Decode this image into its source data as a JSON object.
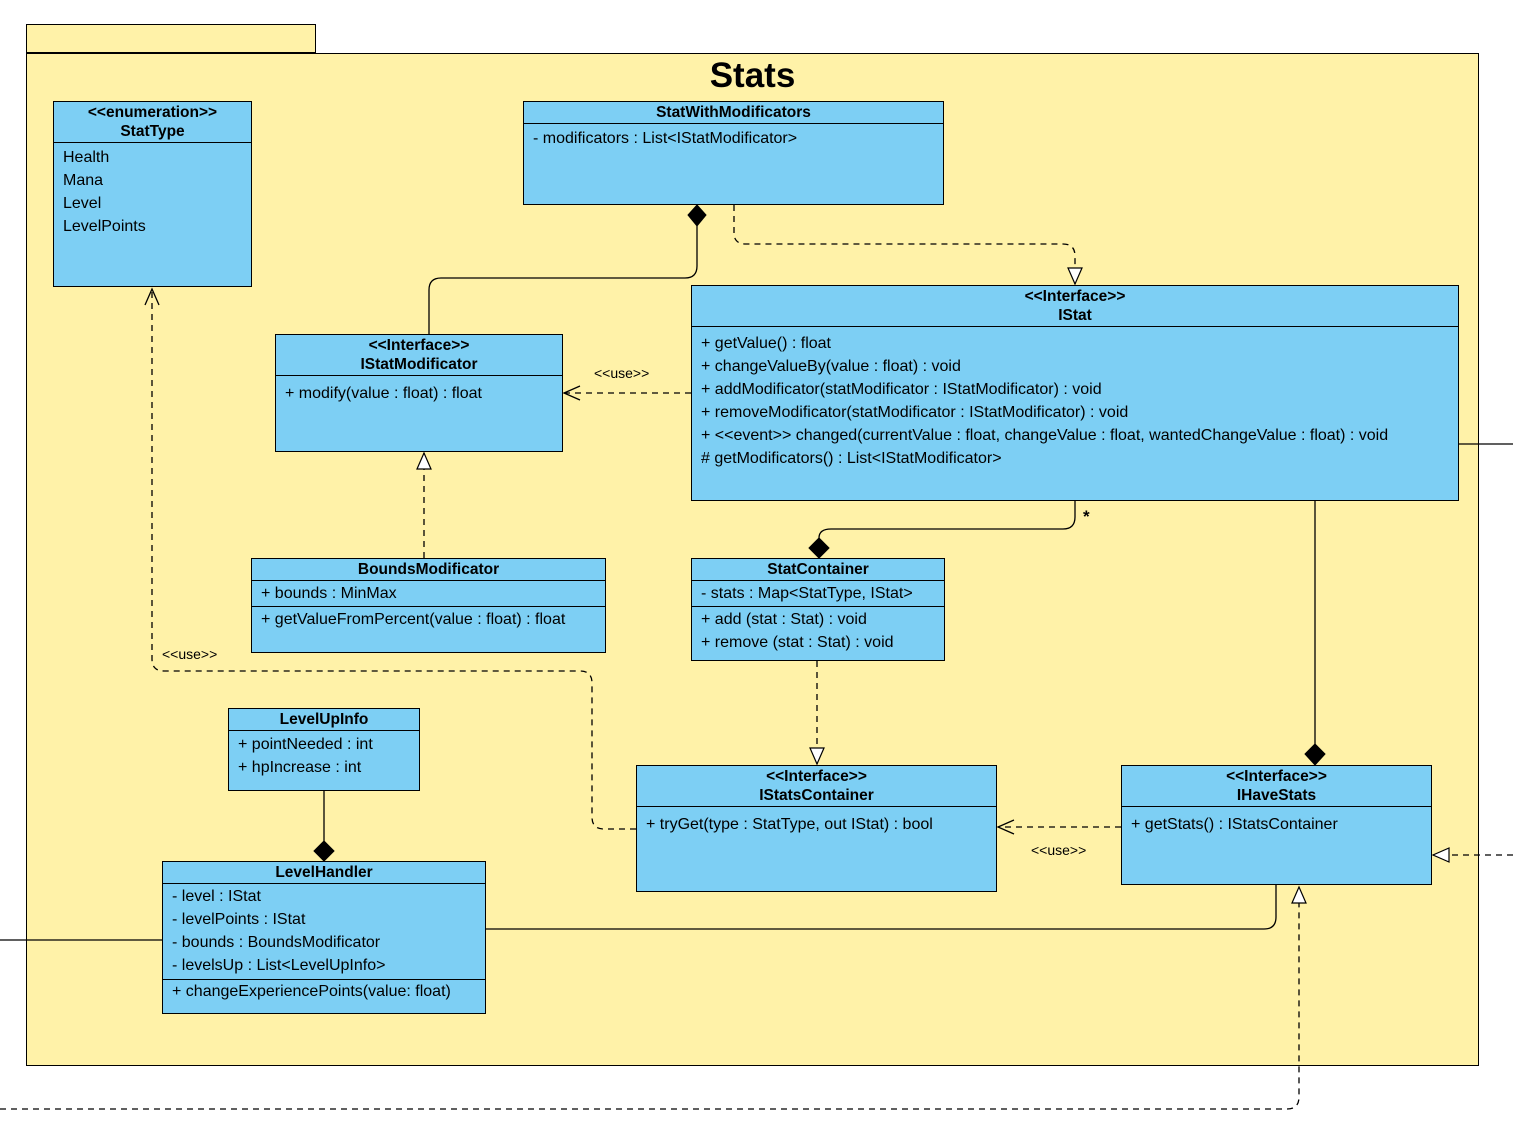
{
  "package": {
    "name": "Stats"
  },
  "classes": {
    "stat_type": {
      "stereotype": "<<enumeration>>",
      "name": "StatType",
      "values": [
        "Health",
        "Mana",
        "Level",
        "LevelPoints"
      ]
    },
    "stat_with_modificators": {
      "name": "StatWithModificators",
      "attributes": [
        "- modificators : List<IStatModificator>"
      ]
    },
    "istat": {
      "stereotype": "<<Interface>>",
      "name": "IStat",
      "methods": [
        "+ getValue() : float",
        "+ changeValueBy(value : float) : void",
        "+ addModificator(statModificator : IStatModificator) : void",
        "+ removeModificator(statModificator : IStatModificator) : void",
        "+ <<event>> changed(currentValue : float, changeValue : float, wantedChangeValue : float) : void",
        "# getModificators() : List<IStatModificator>"
      ]
    },
    "istat_modificator": {
      "stereotype": "<<Interface>>",
      "name": "IStatModificator",
      "methods": [
        "+ modify(value : float) : float"
      ]
    },
    "bounds_modificator": {
      "name": "BoundsModificator",
      "attributes": [
        "+ bounds : MinMax"
      ],
      "methods": [
        "+ getValueFromPercent(value : float) : float"
      ]
    },
    "stat_container": {
      "name": "StatContainer",
      "attributes": [
        "- stats : Map<StatType, IStat>"
      ],
      "methods": [
        "+ add (stat : Stat) : void",
        "+ remove (stat : Stat) : void"
      ]
    },
    "level_up_info": {
      "name": "LevelUpInfo",
      "attributes": [
        "+ pointNeeded : int",
        "+ hpIncrease : int"
      ]
    },
    "level_handler": {
      "name": "LevelHandler",
      "attributes": [
        "- level : IStat",
        "- levelPoints : IStat",
        "- bounds : BoundsModificator",
        "- levelsUp : List<LevelUpInfo>"
      ],
      "methods": [
        "+ changeExperiencePoints(value: float)"
      ]
    },
    "istats_container": {
      "stereotype": "<<Interface>>",
      "name": "IStatsContainer",
      "methods": [
        "+ tryGet(type : StatType, out IStat) : bool"
      ]
    },
    "ihave_stats": {
      "stereotype": "<<Interface>>",
      "name": "IHaveStats",
      "methods": [
        "+ getStats() : IStatsContainer"
      ]
    }
  },
  "relations": {
    "use_label": "<<use>>",
    "istat_container_multiplicity": "*"
  },
  "colors": {
    "package_fill": "#fff2a8",
    "class_fill": "#7dcff4",
    "line": "#000000"
  }
}
